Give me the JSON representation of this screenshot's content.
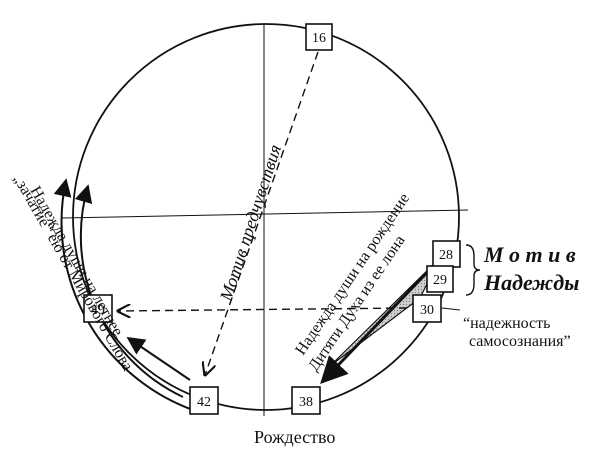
{
  "markers": {
    "m16": "16",
    "m28": "28",
    "m29": "29",
    "m30": "30",
    "m38": "38",
    "m42": "42",
    "m49": "49"
  },
  "labels": {
    "motiv_predchuvstviya": "Мотив предчувствия",
    "motiv_line1": "М о т и в",
    "motiv_line2": "Надежды",
    "nadezhnost_line1": "“надежность",
    "nadezhnost_line2": "самосознания”",
    "rozhdestvo": "Рождество",
    "hope_birth_line1": "Надежда души на рождение",
    "hope_birth_line2": "Дитяти Духа из ее лона",
    "hope_summer_line1": "Надежда души на летнее",
    "hope_summer_line2": "„зачатие“ ею от Мирового Слова"
  }
}
